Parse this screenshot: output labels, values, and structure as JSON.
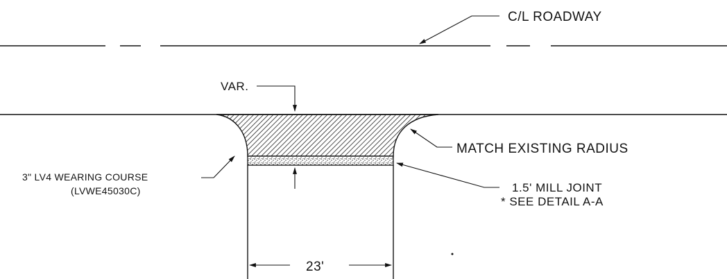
{
  "labels": {
    "centerline": "C/L ROADWAY",
    "variable": "VAR.",
    "radius": "MATCH EXISTING RADIUS",
    "wearing_course_line1": "3\" LV4 WEARING COURSE",
    "wearing_course_line2": "(LVWE45030C)",
    "mill_joint_line1": "1.5' MILL JOINT",
    "mill_joint_line2": "* SEE DETAIL A-A",
    "width": "23'"
  },
  "colors": {
    "ink": "#111111",
    "background": "#ffffff"
  }
}
